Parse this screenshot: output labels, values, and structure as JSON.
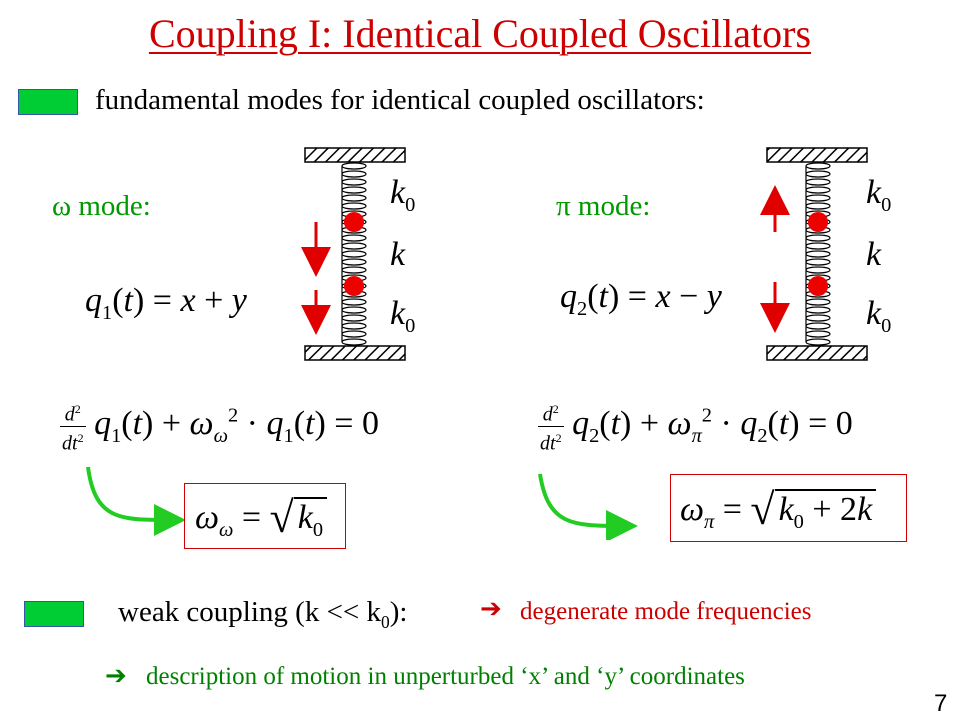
{
  "title": "Coupling I: Identical Coupled Oscillators",
  "intro": "fundamental modes for identical coupled oscillators:",
  "left_mode": {
    "label": "ω mode:",
    "spring_labels": [
      "k",
      "0",
      "k",
      "k",
      "0"
    ],
    "coordinate_eq": "q1(t) = x + y",
    "equation": "d²/dt² q1(t) + ω_ω² · q1(t) = 0",
    "frequency": "ω_ω = √k0"
  },
  "right_mode": {
    "label": "π mode:",
    "coordinate_eq": "q2(t) = x − y",
    "equation": "d²/dt² q2(t) + ω_π² · q2(t) = 0",
    "frequency": "ω_π = √(k0 + 2k)"
  },
  "weak_coupling": {
    "prefix": "weak coupling (k << k",
    "sub": "0",
    "suffix": "):",
    "arrow": "➔",
    "result": "degenerate mode frequencies"
  },
  "description": {
    "arrow": "➔",
    "text": "description of motion in unperturbed ‘x’ and ‘y’ coordinates"
  },
  "page_number": "7",
  "colors": {
    "title": "#cc0000",
    "bullet": "#00cc33",
    "mode": "#009900",
    "arrow": "#22cc22",
    "mass": "#ee0000",
    "box": "#d00000"
  }
}
